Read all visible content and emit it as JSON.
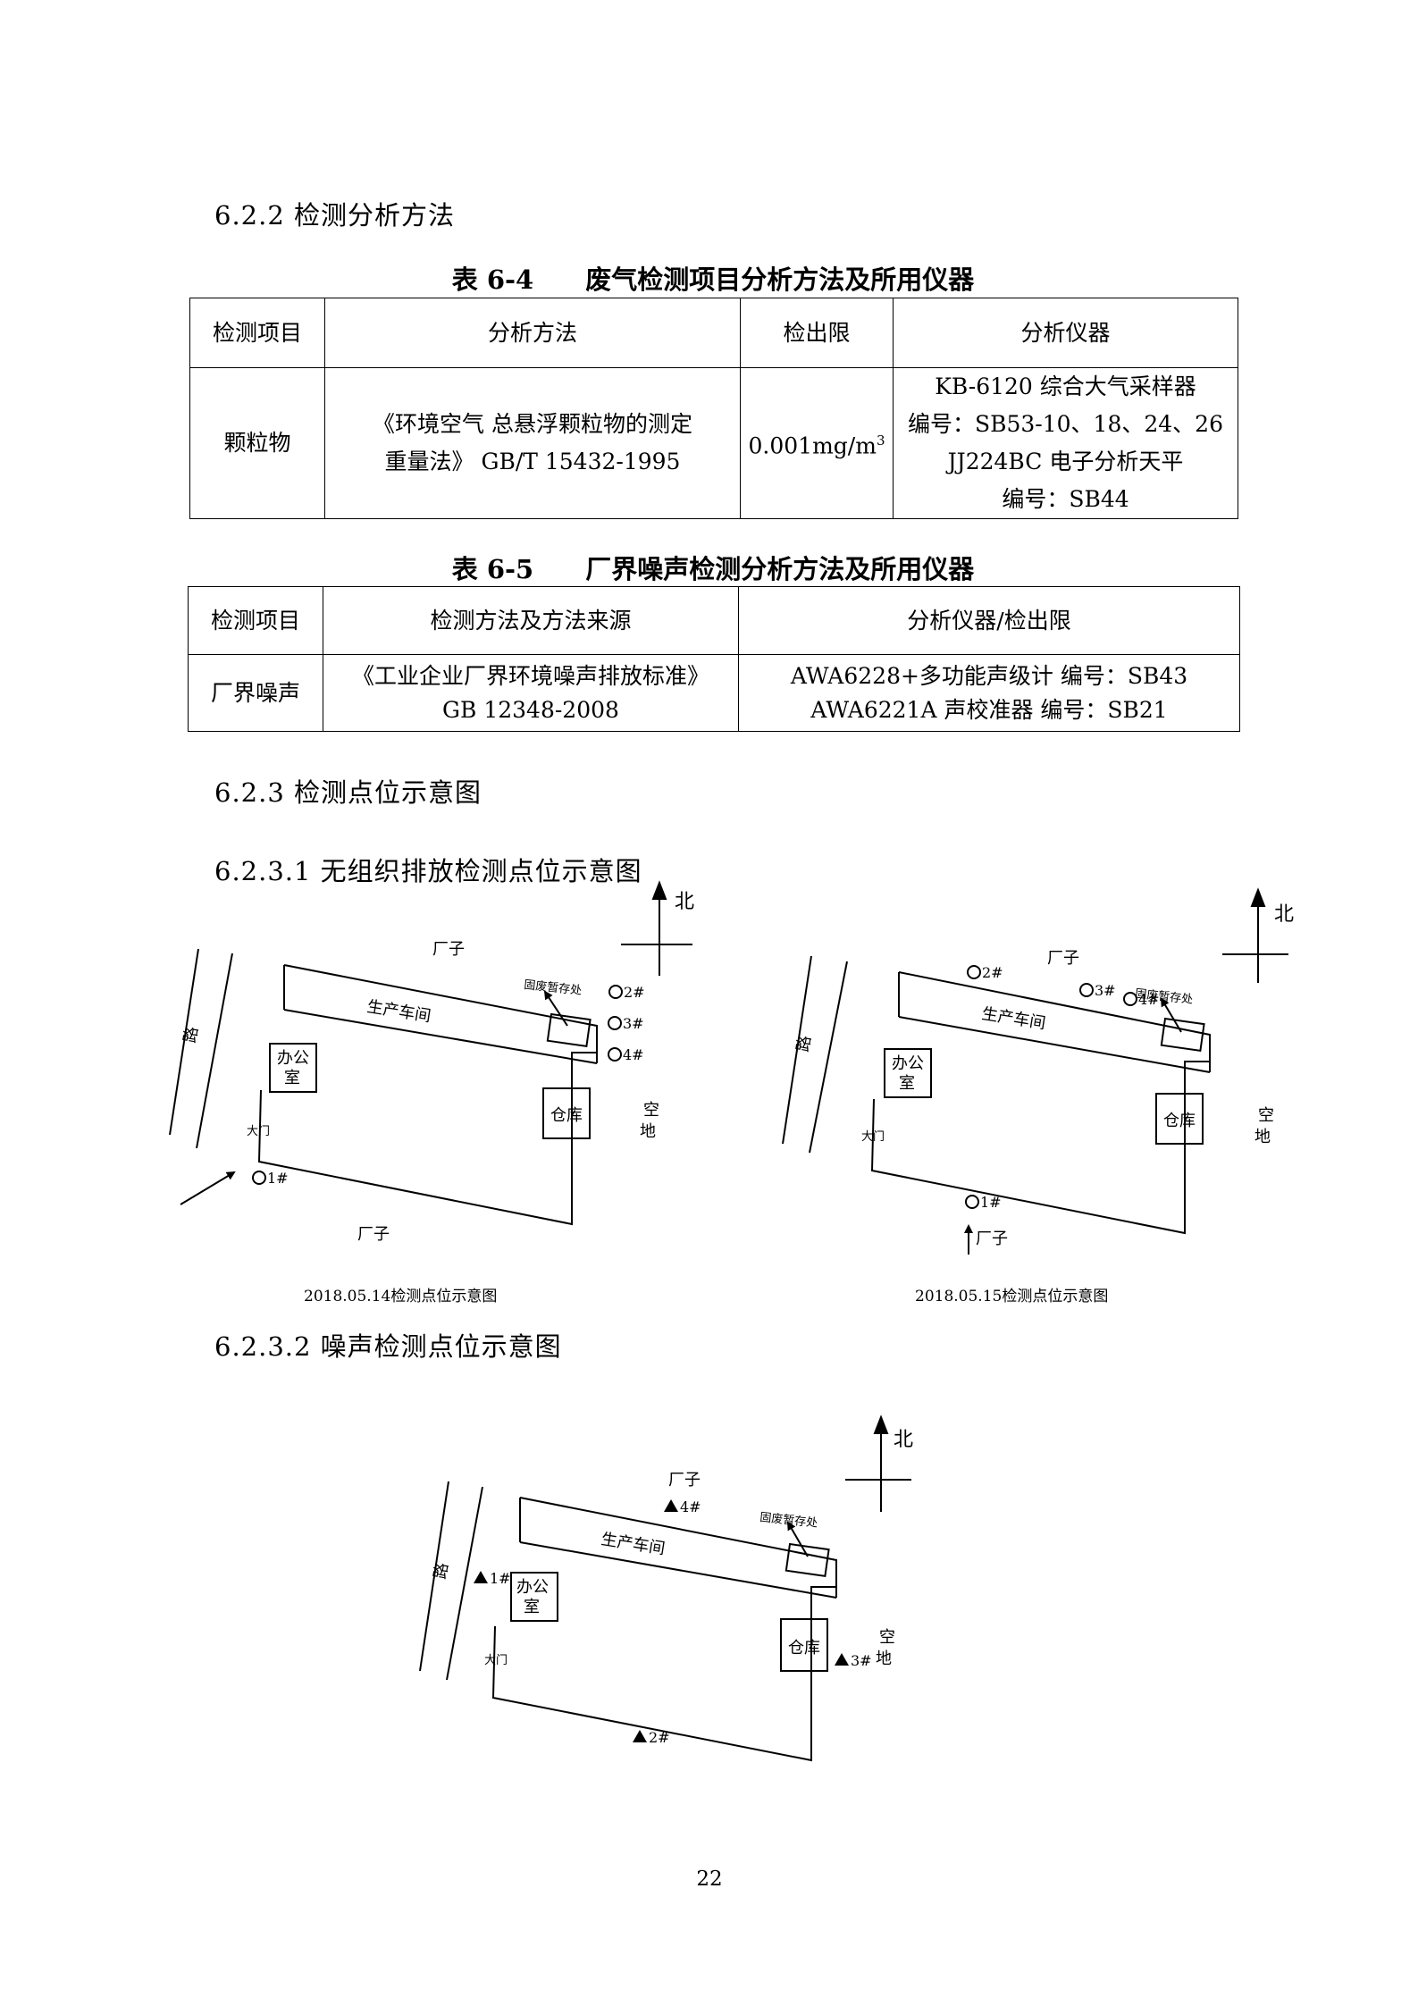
{
  "section_622": "6.2.2 检测分析方法",
  "table64": {
    "caption": "表 6-4　　废气检测项目分析方法及所用仪器",
    "headers": [
      "检测项目",
      "分析方法",
      "检出限",
      "分析仪器"
    ],
    "row": {
      "item": "颗粒物",
      "method_1": "《环境空气  总悬浮颗粒物的测定",
      "method_2": "重量法》 GB/T 15432-1995",
      "limit": "0.001mg/m",
      "limit_sup": "3",
      "inst_1": "KB-6120 综合大气采样器",
      "inst_2": "编号：SB53-10、18、24、26",
      "inst_3": "JJ224BC 电子分析天平",
      "inst_4": "编号：SB44"
    }
  },
  "table65": {
    "caption": "表 6-5　　厂界噪声检测分析方法及所用仪器",
    "headers": [
      "检测项目",
      "检测方法及方法来源",
      "分析仪器/检出限"
    ],
    "row": {
      "item": "厂界噪声",
      "method_1": "《工业企业厂界环境噪声排放标准》",
      "method_2": "GB 12348-2008",
      "inst_1": "AWA6228+多功能声级计  编号：SB43",
      "inst_2": "AWA6221A 声校准器  编号：SB21"
    }
  },
  "section_623": "6.2.3  检测点位示意图",
  "section_6231": "6.2.3.1 无组织排放检测点位示意图",
  "section_6232": "6.2.3.2 噪声检测点位示意图",
  "map_labels": {
    "north": "北",
    "factory": "厂子",
    "workshop": "生产车间",
    "waste": "固废暂存处",
    "road": "路",
    "office_1": "办公",
    "office_2": "室",
    "warehouse": "仓库",
    "open_1": "空",
    "open_2": "地",
    "gate": "大门",
    "p1": "1#",
    "p2": "2#",
    "p3": "3#",
    "p4": "4#"
  },
  "caption_map1": "2018.05.14检测点位示意图",
  "caption_map2": "2018.05.15检测点位示意图",
  "page_number": "22"
}
